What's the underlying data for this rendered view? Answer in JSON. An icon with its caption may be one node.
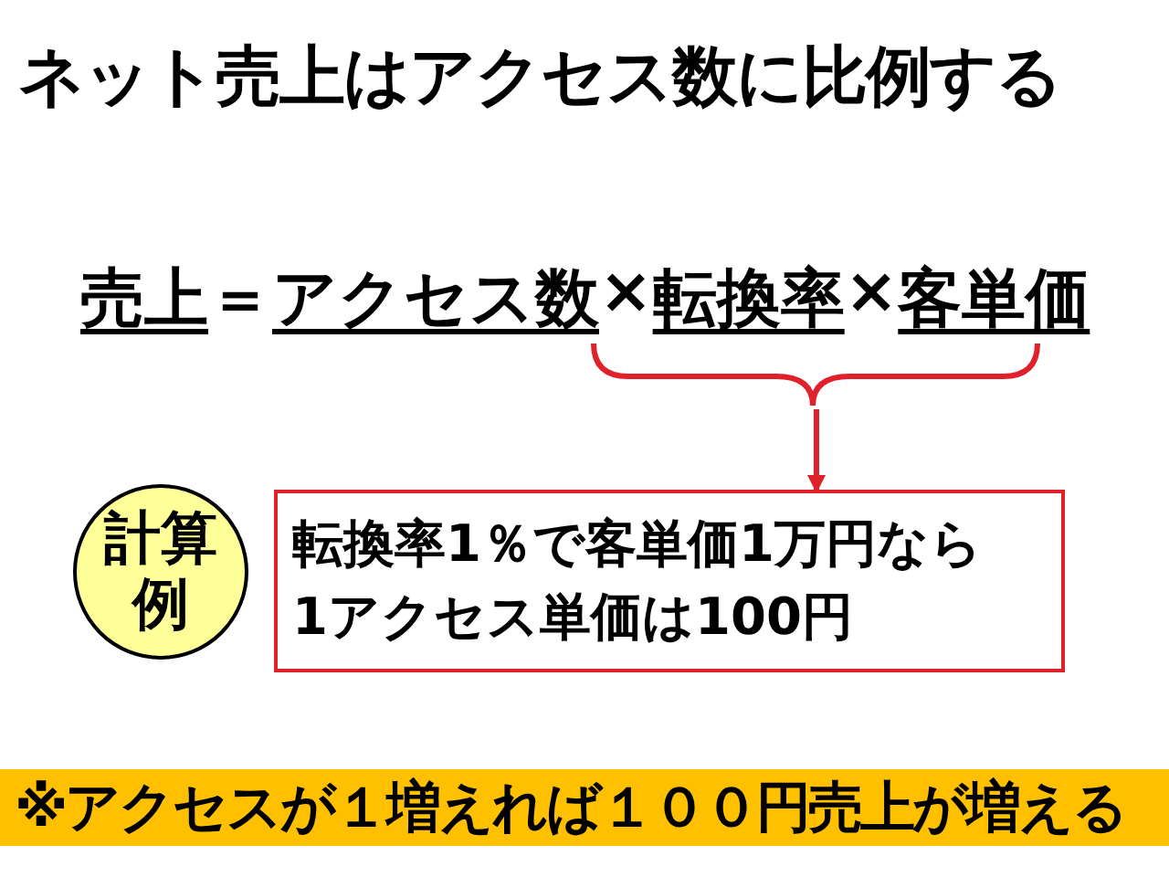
{
  "diagram": {
    "title": "ネット売上はアクセス数に比例する",
    "nodes": [
      {
        "text": [],
        "shape": "brace"
      },
      {
        "text": [
          "計算例"
        ]
      },
      {
        "text": [
          "転換率1％で客単価1万円なら",
          "1アクセス単価は100円"
        ]
      },
      {
        "text": [
          "※アクセスが１増えれば１００円売上が増える"
        ]
      }
    ],
    "edges": [
      {
        "from": 0,
        "to": 2,
        "arrow": "to",
        "color": "#e0202a"
      }
    ],
    "labels": [
      "売上",
      "＝",
      "アクセス数",
      "×",
      "転換率",
      "×",
      "客単価"
    ]
  }
}
